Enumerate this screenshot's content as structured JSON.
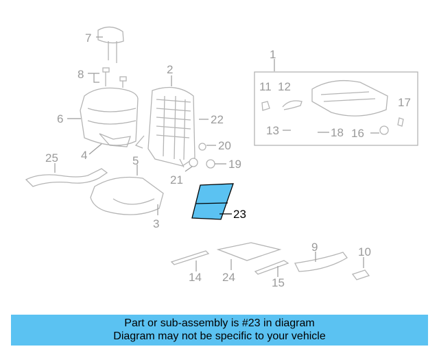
{
  "labels": {
    "l1": "1",
    "l2": "2",
    "l3": "3",
    "l4": "4",
    "l5": "5",
    "l6": "6",
    "l7": "7",
    "l8": "8",
    "l9": "9",
    "l10": "10",
    "l11": "11",
    "l12": "12",
    "l13": "13",
    "l14": "14",
    "l15": "15",
    "l16": "16",
    "l17": "17",
    "l18": "18",
    "l19": "19",
    "l20": "20",
    "l21": "21",
    "l22": "22",
    "l23": "23",
    "l24": "24",
    "l25": "25"
  },
  "banner": {
    "line1": "Part or sub-assembly is #23 in diagram",
    "line2": "Diagram may not be specific to your vehicle"
  },
  "colors": {
    "highlight": "#5bc2f2",
    "parts": "#b4b4b4",
    "labels": "#9a9a9a"
  }
}
